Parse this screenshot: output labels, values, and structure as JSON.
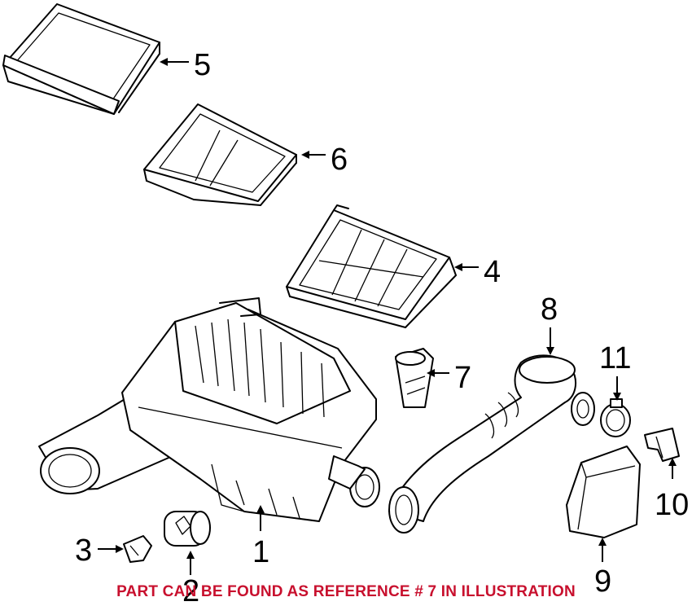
{
  "callouts": {
    "c1": "1",
    "c2": "2",
    "c3": "3",
    "c4": "4",
    "c5": "5",
    "c6": "6",
    "c7": "7",
    "c8": "8",
    "c9": "9",
    "c10": "10",
    "c11": "11"
  },
  "footer_note": "PART CAN BE FOUND AS REFERENCE # 7 IN ILLUSTRATION",
  "colors": {
    "note": "#c8102e",
    "line": "#000000"
  }
}
